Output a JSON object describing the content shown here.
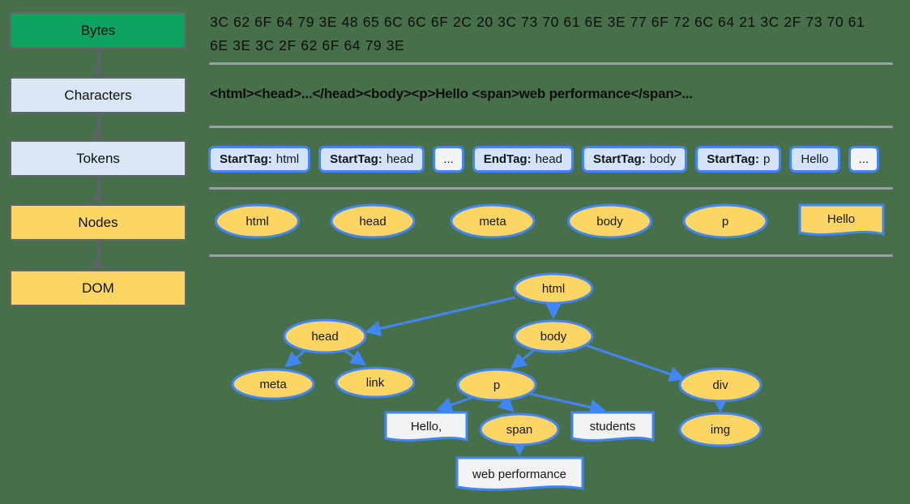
{
  "colors": {
    "background": "#47704a",
    "bytes_green": "#0fa15f",
    "stage_light_blue": "#d9e6f4",
    "node_yellow": "#fcd664",
    "token_chip_blue": "#d2e3fa",
    "text_node_white": "#f1f3f4",
    "shape_border_blue": "#4285f4",
    "stage_border_gray": "#63676b",
    "divider_gray": "#9aa0a6",
    "flow_arrow_gray": "#5f6368"
  },
  "pipeline": {
    "stages": [
      {
        "label": "Bytes"
      },
      {
        "label": "Characters"
      },
      {
        "label": "Tokens"
      },
      {
        "label": "Nodes"
      },
      {
        "label": "DOM"
      }
    ]
  },
  "rows": {
    "bytes": {
      "line1": "3C 62 6F 64 79 3E 48 65 6C 6C 6F 2C 20 3C 73 70 61 6E 3E 77 6F 72 6C 64 21 3C 2F 73 70 61",
      "line2": "6E 3E 3C 2F 62 6F 64 79 3E"
    },
    "characters": {
      "text": "<html><head>...</head><body><p>Hello <span>web performance</span>..."
    },
    "tokens": [
      {
        "prefix": "StartTag:",
        "value": "html",
        "variant": "blue"
      },
      {
        "prefix": "StartTag:",
        "value": "head",
        "variant": "blue"
      },
      {
        "prefix": "",
        "value": "...",
        "variant": "white"
      },
      {
        "prefix": "EndTag:",
        "value": "head",
        "variant": "blue"
      },
      {
        "prefix": "StartTag:",
        "value": "body",
        "variant": "blue"
      },
      {
        "prefix": "StartTag:",
        "value": "p",
        "variant": "blue"
      },
      {
        "prefix": "",
        "value": "Hello",
        "variant": "blue"
      },
      {
        "prefix": "",
        "value": "...",
        "variant": "white"
      }
    ],
    "nodes": {
      "items": [
        "html",
        "head",
        "meta",
        "body",
        "p"
      ],
      "text_flag": "Hello"
    },
    "dom": {
      "labels": {
        "html": "html",
        "head": "head",
        "meta": "meta",
        "link": "link",
        "body": "body",
        "p": "p",
        "div": "div",
        "img": "img",
        "span": "span",
        "text_hello": "Hello,",
        "text_students": "students",
        "text_webperf": "web performance"
      }
    }
  }
}
